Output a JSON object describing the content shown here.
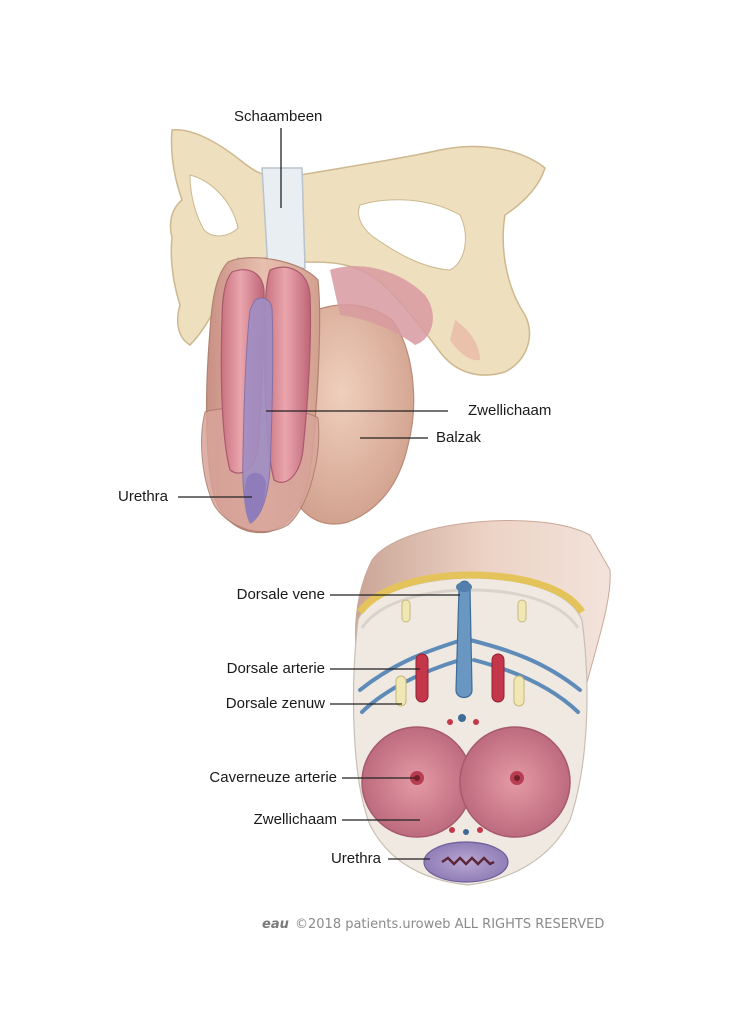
{
  "colors": {
    "bone": "#eedfbf",
    "bone_shade": "#d8c49c",
    "ligament": "#e9eef2",
    "skin": "#e2b9a3",
    "skin_shade": "#c99a86",
    "corpus": "#d98e98",
    "corpus_dark": "#b96276",
    "urethra": "#9c8cc1",
    "vein": "#5e8bb8",
    "artery": "#c4374a",
    "nerve": "#f1e7b4",
    "fascia": "#eee9e2",
    "fat": "#e7c75a",
    "leader": "#222222"
  },
  "top_view": {
    "label_pubis": "Schaambeen",
    "label_corpus": "Zwellichaam",
    "label_scrotum": "Balzak",
    "label_urethra": "Urethra"
  },
  "cross_section": {
    "label_dorsal_vein": "Dorsale vene",
    "label_dorsal_artery": "Dorsale arterie",
    "label_dorsal_nerve": "Dorsale zenuw",
    "label_cavernous_artery": "Caverneuze arterie",
    "label_corpus": "Zwellichaam",
    "label_urethra": "Urethra"
  },
  "footer": {
    "logo": "eau",
    "copyright": "©2018 patients.uroweb ALL RIGHTS RESERVED"
  }
}
